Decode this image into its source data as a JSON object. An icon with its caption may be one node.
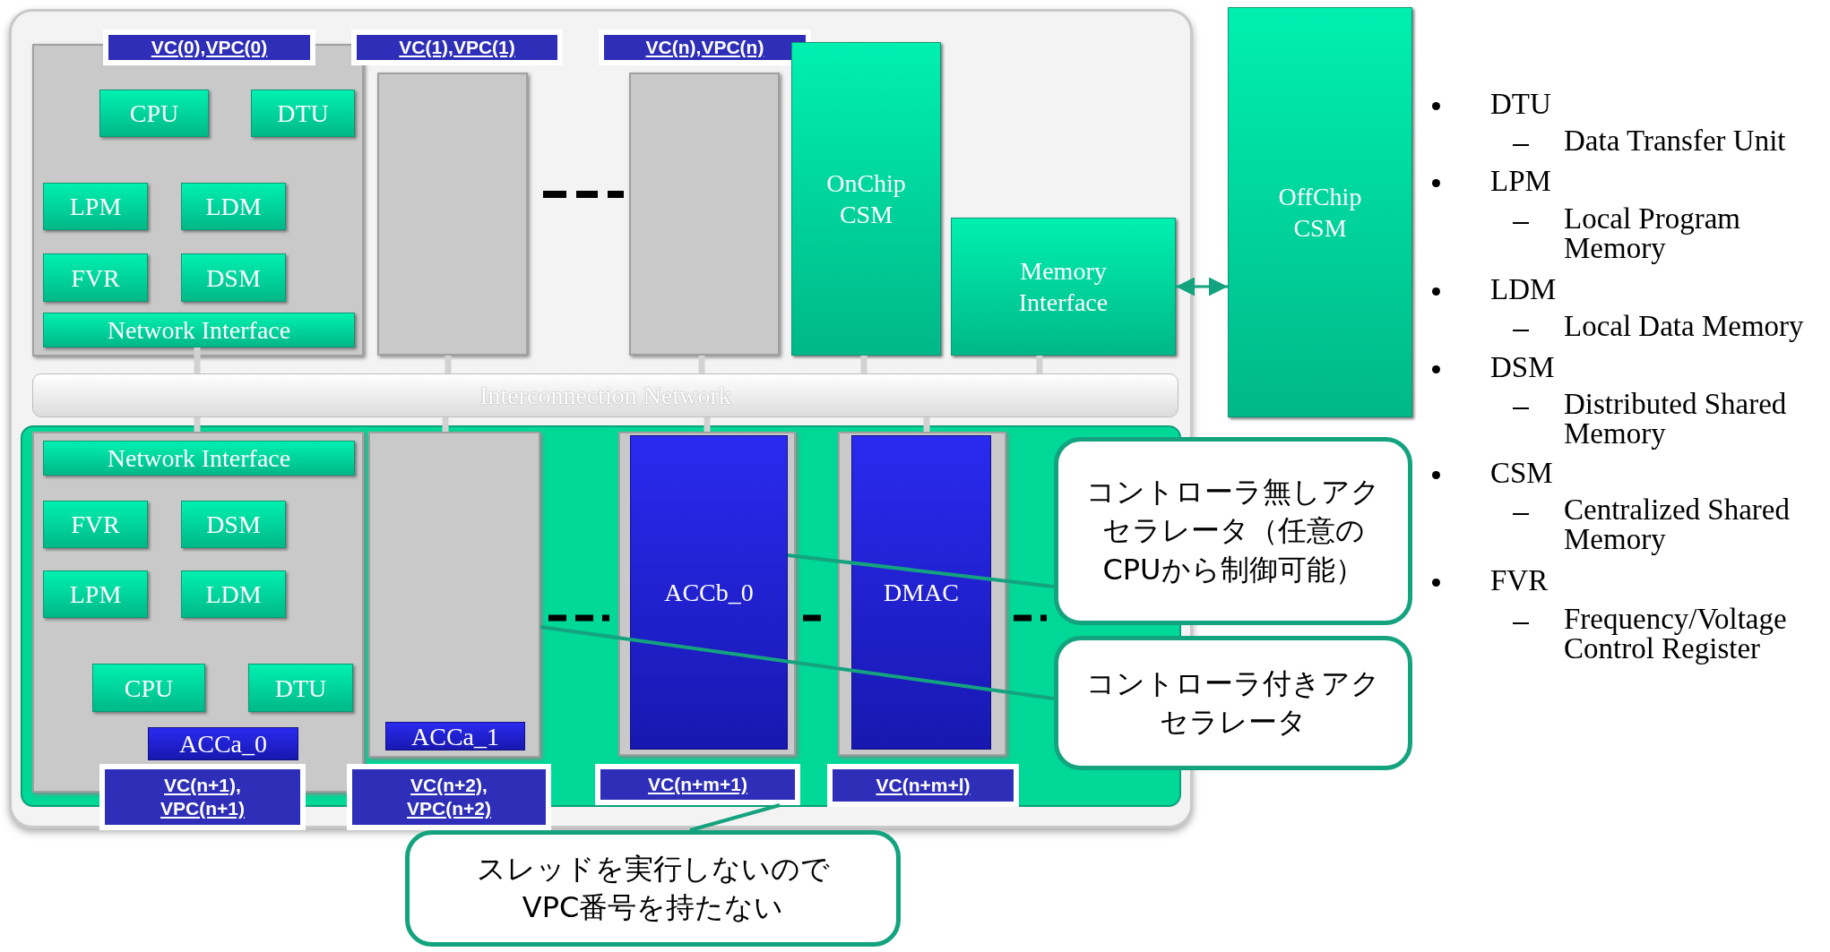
{
  "diagram": {
    "nodes": [
      {
        "text": [],
        "shape": "box"
      },
      {
        "text": [],
        "shape": "box",
        "in": 0
      },
      {
        "text": [
          "VC(0),VPC(0)"
        ],
        "in": 0
      },
      {
        "text": [
          "CPU"
        ],
        "in": 1
      },
      {
        "text": [
          "DTU"
        ],
        "in": 1
      },
      {
        "text": [
          "LPM"
        ],
        "in": 1
      },
      {
        "text": [
          "LDM"
        ],
        "in": 1
      },
      {
        "text": [
          "FVR"
        ],
        "in": 1
      },
      {
        "text": [
          "DSM"
        ],
        "in": 1
      },
      {
        "text": [
          "Network Interface"
        ],
        "in": 1
      },
      {
        "text": [],
        "shape": "box",
        "in": 0
      },
      {
        "text": [
          "VC(1),VPC(1)"
        ],
        "in": 0
      },
      {
        "text": [],
        "shape": "box",
        "in": 0
      },
      {
        "text": [
          "VC(n),VPC(n)"
        ],
        "in": 0
      },
      {
        "text": [
          "OnChip CSM"
        ],
        "in": 0
      },
      {
        "text": [
          "Memory Interface"
        ],
        "in": 0
      },
      {
        "text": [
          "Interconnection Network"
        ],
        "in": 0
      },
      {
        "text": [
          "OffChip CSM"
        ]
      },
      {
        "text": [],
        "shape": "box",
        "in": 0
      },
      {
        "text": [],
        "shape": "box",
        "in": 18
      },
      {
        "text": [
          "Network Interface"
        ],
        "in": 19
      },
      {
        "text": [
          "FVR"
        ],
        "in": 19
      },
      {
        "text": [
          "DSM"
        ],
        "in": 19
      },
      {
        "text": [
          "LPM"
        ],
        "in": 19
      },
      {
        "text": [
          "LDM"
        ],
        "in": 19
      },
      {
        "text": [
          "CPU"
        ],
        "in": 19
      },
      {
        "text": [
          "DTU"
        ],
        "in": 19
      },
      {
        "text": [
          "ACCa_0"
        ],
        "in": 19
      },
      {
        "text": [
          "VC(n+1), VPC(n+1)"
        ],
        "in": 0
      },
      {
        "text": [],
        "shape": "box",
        "in": 18
      },
      {
        "text": [
          "ACCa_1"
        ],
        "in": 29
      },
      {
        "text": [
          "VC(n+2), VPC(n+2)"
        ],
        "in": 0
      },
      {
        "text": [],
        "shape": "box",
        "in": 18
      },
      {
        "text": [
          "ACCb_0"
        ],
        "in": 32
      },
      {
        "text": [
          "VC(n+m+1)"
        ],
        "in": 18
      },
      {
        "text": [],
        "shape": "box",
        "in": 18
      },
      {
        "text": [
          "DMAC"
        ],
        "in": 35
      },
      {
        "text": [
          "VC(n+m+l)"
        ],
        "in": 18
      },
      {
        "text": [
          "コントローラ無しアクセラレータ（任意のCPUから制御可能）"
        ]
      },
      {
        "text": [
          "コントローラ付きアクセラレータ"
        ]
      },
      {
        "text": [
          "スレッドを実行しないのでVPC番号を持たない"
        ]
      }
    ],
    "edges": [
      {
        "from": 9,
        "to": 16,
        "arrow": "none"
      },
      {
        "from": 10,
        "to": 16,
        "arrow": "none"
      },
      {
        "from": 12,
        "to": 16,
        "arrow": "none"
      },
      {
        "from": 14,
        "to": 16,
        "arrow": "none"
      },
      {
        "from": 15,
        "to": 16,
        "arrow": "none"
      },
      {
        "from": 15,
        "to": 17,
        "arrow": "both",
        "color": "#14a37f"
      },
      {
        "from": 16,
        "to": 19,
        "arrow": "none"
      },
      {
        "from": 16,
        "to": 29,
        "arrow": "none"
      },
      {
        "from": 16,
        "to": 32,
        "arrow": "none"
      },
      {
        "from": 16,
        "to": 35,
        "arrow": "none"
      },
      {
        "from": 38,
        "to": 33,
        "arrow": "none",
        "color": "#14a37f"
      },
      {
        "from": 39,
        "to": 29,
        "arrow": "none",
        "color": "#14a37f"
      },
      {
        "from": 40,
        "to": 34,
        "arrow": "none",
        "color": "#14a37f"
      }
    ],
    "labels": [
      "DTU",
      "Data Transfer Unit",
      "LPM",
      "Local Program Memory",
      "LDM",
      "Local Data Memory",
      "DSM",
      "Distributed Shared Memory",
      "CSM",
      "Centralized Shared Memory",
      "FVR",
      "Frequency/Voltage Control Register"
    ]
  }
}
